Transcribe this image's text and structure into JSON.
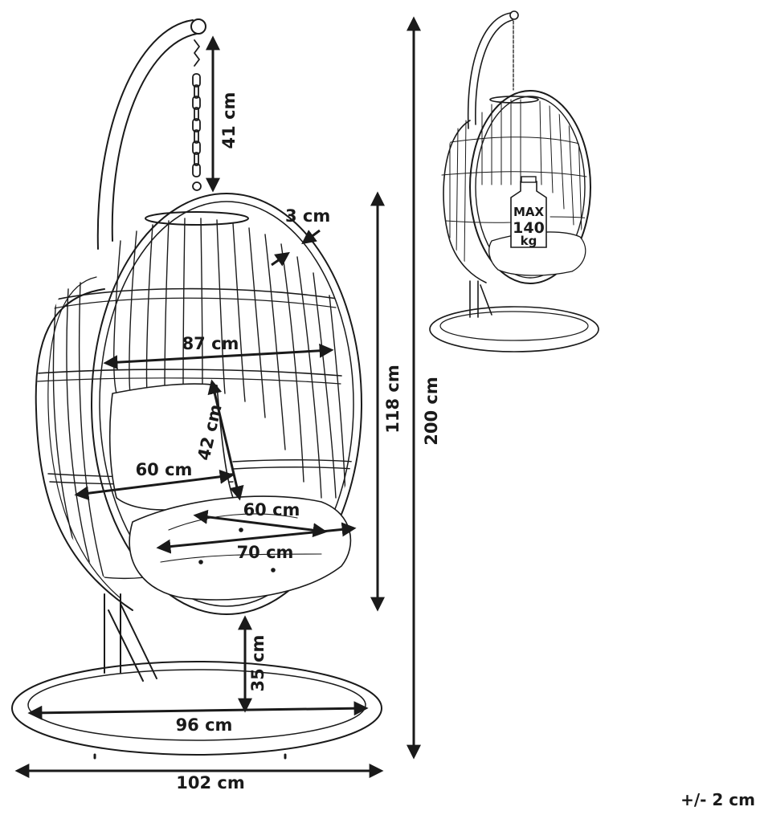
{
  "dimensions": {
    "chain_length": "41 cm",
    "frame_thickness": "3 cm",
    "seat_width": "87 cm",
    "egg_height": "118 cm",
    "total_height": "200 cm",
    "backrest_height": "42 cm",
    "inner_width": "60 cm",
    "cushion_depth": "60 cm",
    "cushion_width": "70 cm",
    "ground_clearance": "35 cm",
    "base_inner_diameter": "96 cm",
    "base_outer_diameter": "102 cm"
  },
  "weight_badge": {
    "top": "MAX",
    "value": "140",
    "unit": "kg"
  },
  "tolerance": "+/- 2 cm",
  "icons": [
    "hanging-egg-chair-drawing",
    "weight-icon"
  ],
  "colors": {
    "line": "#1a1a1a",
    "background": "#ffffff"
  }
}
